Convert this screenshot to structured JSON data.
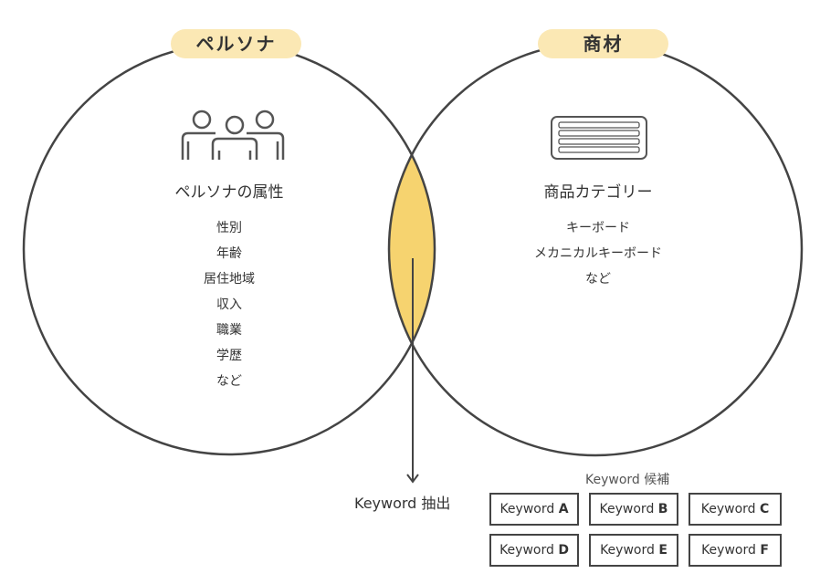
{
  "persona": {
    "pill": "ペルソナ",
    "title": "ペルソナの属性",
    "items": [
      "性別",
      "年齢",
      "居住地域",
      "収入",
      "職業",
      "学歴",
      "など"
    ]
  },
  "product": {
    "pill": "商材",
    "title": "商品カテゴリー",
    "items": [
      "キーボード",
      "メカニカルキーボード",
      "など"
    ]
  },
  "extract_label": "Keyword 抽出",
  "candidates": {
    "label": "Keyword 候補",
    "prefix": "Keyword",
    "letters": [
      "A",
      "B",
      "C",
      "D",
      "E",
      "F"
    ]
  },
  "colors": {
    "overlap": "#f6d36f",
    "pill": "#fbe8b4",
    "stroke": "#444444"
  }
}
